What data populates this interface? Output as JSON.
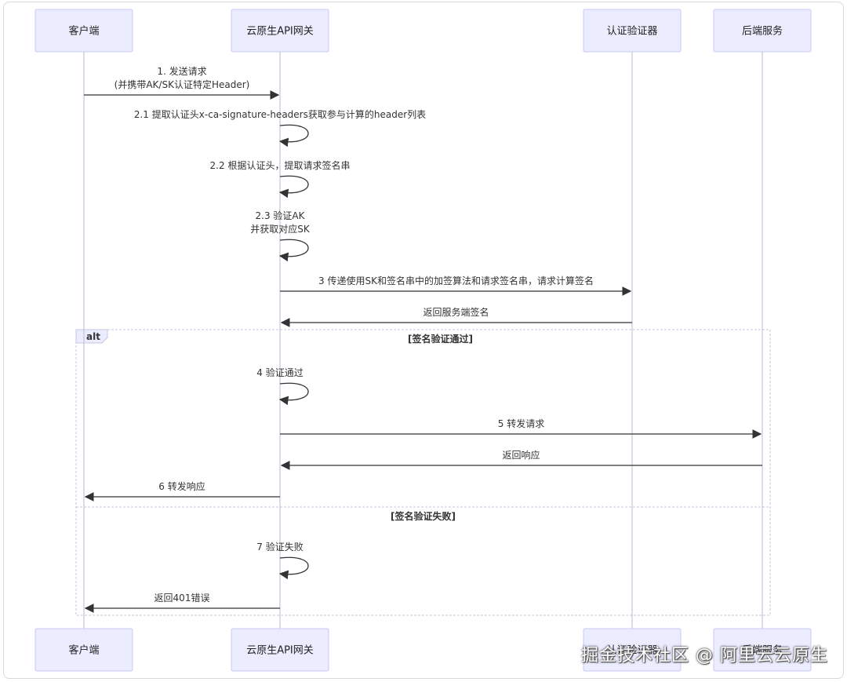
{
  "participants": [
    {
      "id": "client",
      "label": "客户端"
    },
    {
      "id": "gateway",
      "label": "云原生API网关"
    },
    {
      "id": "auth",
      "label": "认证验证器"
    },
    {
      "id": "backend",
      "label": "后端服务"
    }
  ],
  "messages": [
    {
      "id": "m1",
      "from": "client",
      "to": "gateway",
      "lines": [
        "1. 发送请求",
        "(并携带AK/SK认证特定Header)"
      ],
      "self": false,
      "arrow": "solid"
    },
    {
      "id": "m21",
      "from": "gateway",
      "to": "gateway",
      "lines": [
        "2.1 提取认证头x-ca-signature-headers获取参与计算的header列表"
      ],
      "self": true
    },
    {
      "id": "m22",
      "from": "gateway",
      "to": "gateway",
      "lines": [
        "2.2 根据认证头，提取请求签名串"
      ],
      "self": true
    },
    {
      "id": "m23",
      "from": "gateway",
      "to": "gateway",
      "lines": [
        "2.3 验证AK",
        "并获取对应SK"
      ],
      "self": true
    },
    {
      "id": "m3",
      "from": "gateway",
      "to": "auth",
      "lines": [
        "3 传递使用SK和签名串中的加签算法和请求签名串，请求计算签名"
      ],
      "self": false
    },
    {
      "id": "m3r",
      "from": "auth",
      "to": "gateway",
      "lines": [
        "返回服务端签名"
      ],
      "self": false
    },
    {
      "id": "m4",
      "from": "gateway",
      "to": "gateway",
      "lines": [
        "4 验证通过"
      ],
      "self": true
    },
    {
      "id": "m5",
      "from": "gateway",
      "to": "backend",
      "lines": [
        "5 转发请求"
      ],
      "self": false
    },
    {
      "id": "m5r",
      "from": "backend",
      "to": "gateway",
      "lines": [
        "返回响应"
      ],
      "self": false
    },
    {
      "id": "m6",
      "from": "gateway",
      "to": "client",
      "lines": [
        "6 转发响应"
      ],
      "self": false
    },
    {
      "id": "m7",
      "from": "gateway",
      "to": "gateway",
      "lines": [
        "7 验证失败"
      ],
      "self": true
    },
    {
      "id": "m8",
      "from": "gateway",
      "to": "client",
      "lines": [
        "返回401错误"
      ],
      "self": false
    }
  ],
  "alt": {
    "label": "alt",
    "sections": [
      {
        "condition": "[签名验证通过]"
      },
      {
        "condition": "[签名验证失败]"
      }
    ]
  },
  "watermark": "掘金技术社区 @ 阿里云云原生",
  "colors": {
    "actor_fill": "#ececff",
    "actor_stroke": "#c8c8f4",
    "line": "#333333",
    "lifeline": "#b9b9d6"
  }
}
